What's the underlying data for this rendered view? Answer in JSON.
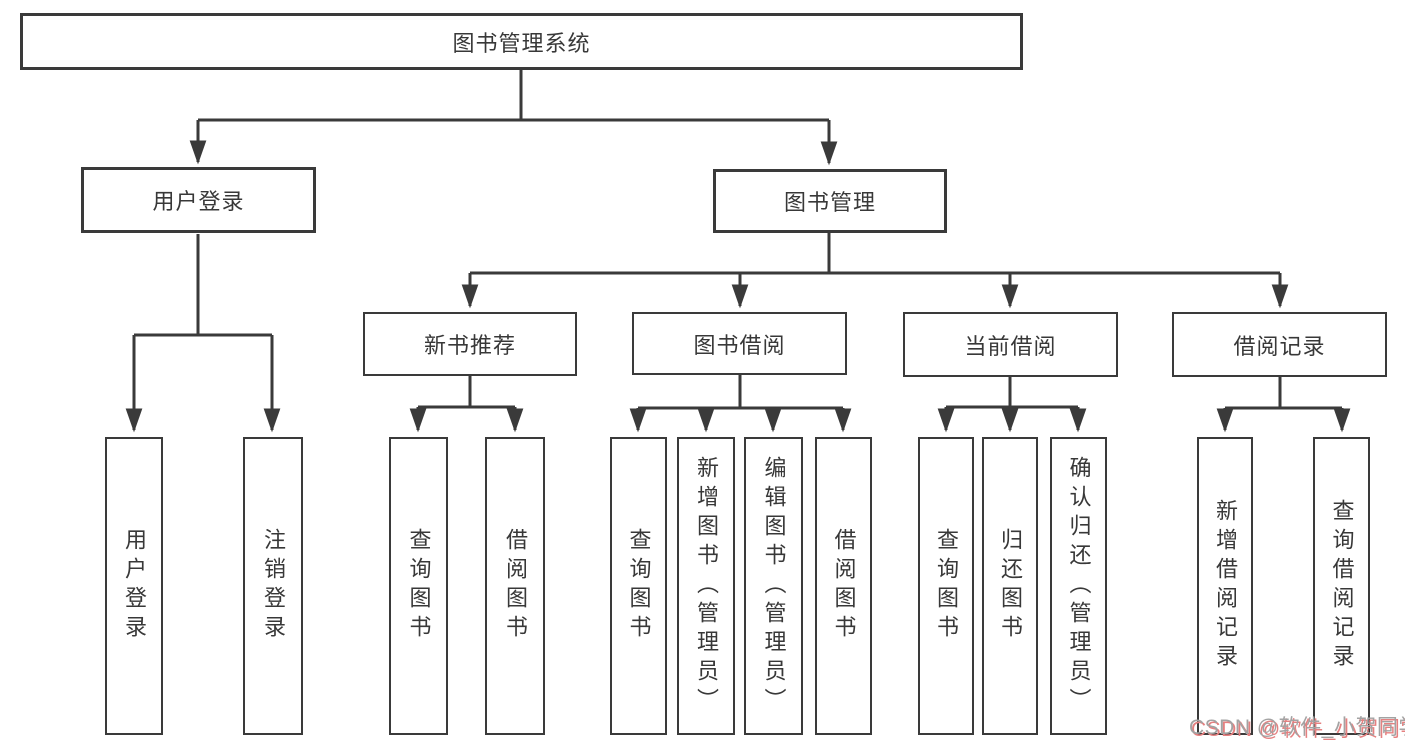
{
  "diagram": {
    "type": "tree",
    "root": {
      "label": "图书管理系统"
    },
    "branches": [
      {
        "label": "用户登录",
        "children": [
          {
            "label": "用户登录"
          },
          {
            "label": "注销登录"
          }
        ]
      },
      {
        "label": "图书管理",
        "children": [
          {
            "label": "新书推荐",
            "children": [
              {
                "label": "查询图书"
              },
              {
                "label": "借阅图书"
              }
            ]
          },
          {
            "label": "图书借阅",
            "children": [
              {
                "label": "查询图书"
              },
              {
                "label": "新增图书（管理员）"
              },
              {
                "label": "编辑图书（管理员）"
              },
              {
                "label": "借阅图书"
              }
            ]
          },
          {
            "label": "当前借阅",
            "children": [
              {
                "label": "查询图书"
              },
              {
                "label": "归还图书"
              },
              {
                "label": "确认归还（管理员）"
              }
            ]
          },
          {
            "label": "借阅记录",
            "children": [
              {
                "label": "新增借阅记录"
              },
              {
                "label": "查询借阅记录"
              }
            ]
          }
        ]
      }
    ]
  },
  "watermark": {
    "text": "CSDN @软件_小贺同学"
  },
  "colors": {
    "line": "#3a3a3a",
    "box_border": "#3a3a3a",
    "text": "#383838",
    "background": "#ffffff",
    "watermark_gray": "#a3a3a3",
    "watermark_shadow": "#e58080"
  }
}
